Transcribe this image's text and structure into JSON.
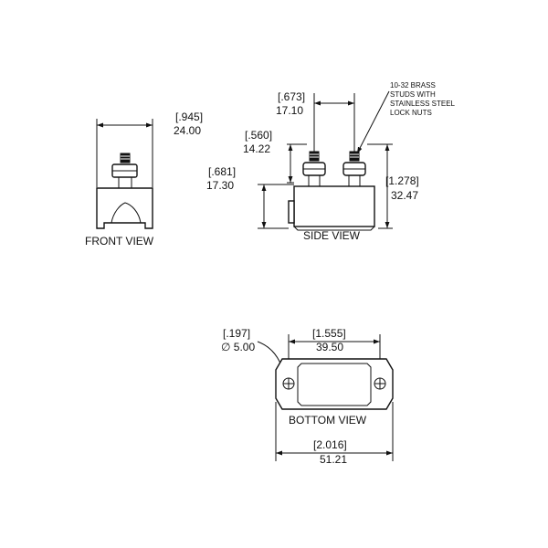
{
  "views": {
    "front": {
      "label": "FRONT VIEW"
    },
    "side": {
      "label": "SIDE VIEW"
    },
    "bottom": {
      "label": "BOTTOM VIEW"
    }
  },
  "dimensions": {
    "front_width": {
      "inch": ".945",
      "mm": "24.00"
    },
    "stud_spacing": {
      "inch": ".673",
      "mm": "17.10"
    },
    "stud_height": {
      "inch": ".560",
      "mm": "14.22"
    },
    "body_height": {
      "inch": ".681",
      "mm": "17.30"
    },
    "overall_height": {
      "inch": "1.278",
      "mm": "32.47"
    },
    "hole_diameter": {
      "inch": ".197",
      "mm": "5.00",
      "symbol": "∅"
    },
    "hole_spacing": {
      "inch": "1.555",
      "mm": "39.50"
    },
    "overall_length": {
      "inch": "2.016",
      "mm": "51.21"
    }
  },
  "notes": {
    "studs": [
      "10-32 BRASS",
      "STUDS WITH",
      "STAINLESS STEEL",
      "LOCK NUTS"
    ]
  }
}
